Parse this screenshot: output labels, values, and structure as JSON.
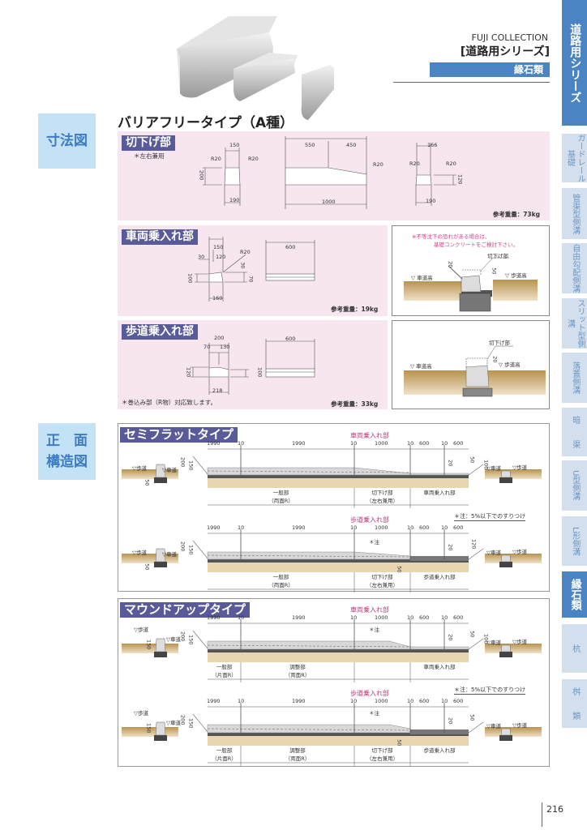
{
  "header": {
    "brand": "FUJI COLLECTION",
    "series": "[道路用シリーズ]",
    "category": "縁石類"
  },
  "page_title": "バリアフリータイプ（A種）",
  "side_labels": {
    "dimensions": "寸法図",
    "front": "正　面\n構造図"
  },
  "sidebar": {
    "tabs": [
      {
        "label": "道路用シリーズ",
        "active": true
      },
      {
        "label": "ガードレール基礎",
        "active": false
      },
      {
        "label": "管渠型側溝",
        "active": false
      },
      {
        "label": "自由勾配側溝",
        "active": false
      },
      {
        "label": "スリット型側溝",
        "active": false
      },
      {
        "label": "落蓋側溝",
        "active": false
      },
      {
        "label": "暗　　渠",
        "active": false
      },
      {
        "label": "U型側溝",
        "active": false
      },
      {
        "label": "L形側溝",
        "active": false
      },
      {
        "label": "縁石類",
        "active": true
      },
      {
        "label": "杭",
        "active": false
      },
      {
        "label": "桝　　類",
        "active": false
      }
    ]
  },
  "cut": {
    "tag": "切下げ部",
    "note": "＊左右兼用",
    "weight": "参考重量：73kg",
    "labels": [
      "150",
      "R20",
      "R20",
      "200",
      "190",
      "550",
      "450",
      "R20",
      "1000",
      "166",
      "R20",
      "R20",
      "120",
      "190"
    ]
  },
  "vehicle": {
    "tag": "車両乗入れ部",
    "weight": "参考重量：19kg",
    "labels": [
      "150",
      "30",
      "120",
      "R20",
      "30",
      "70",
      "100",
      "160",
      "600"
    ]
  },
  "pedestrian": {
    "tag": "歩道乗入れ部",
    "weight": "参考重量：33kg",
    "footnote": "＊巻込み部（R物）対応致します。",
    "labels": [
      "200",
      "70",
      "130",
      "120",
      "100",
      "218",
      "600"
    ]
  },
  "inset1": {
    "warning1": "※不等沈下の恐れがある場合は、",
    "warning2": "基礎コンクリートをご検討下さい。",
    "part": "切下げ部",
    "road": "▽ 車道高",
    "sidewalk": "▽ 歩道高",
    "h1": "20",
    "h2": "50"
  },
  "inset2": {
    "part": "切下げ部",
    "road": "▽ 車道高",
    "sidewalk": "▽ 歩道高",
    "h1": "20"
  },
  "semi_flat": {
    "tag": "セミフラットタイプ"
  },
  "mound_up": {
    "tag": "マウンドアップタイプ"
  },
  "profiles": [
    {
      "title": "車両乗入れ部",
      "note": "",
      "dims": [
        "1990",
        "10",
        "1990",
        "10",
        "1000",
        "10",
        "600",
        "10",
        "600"
      ],
      "segments": [
        {
          "label": "一般部",
          "sub": "（両面R）"
        },
        {
          "label": "切下げ部",
          "sub": "（左右兼用）"
        },
        {
          "label": "車両乗入れ部",
          "sub": ""
        }
      ],
      "left": {
        "sidewalk": "▽歩道",
        "road": "▽車道",
        "dims": [
          "200",
          "150",
          "50"
        ]
      },
      "mid": [],
      "star": "",
      "right": {
        "sidewalk": "▽歩道",
        "road": "▽車道",
        "dims": [
          "20",
          "50",
          "100"
        ]
      }
    },
    {
      "title": "歩道乗入れ部",
      "note": "＊注：5%以下でのすりつけ",
      "dims": [
        "1990",
        "10",
        "1990",
        "10",
        "1000",
        "10",
        "600",
        "10",
        "600"
      ],
      "segments": [
        {
          "label": "一般部",
          "sub": "（両面R）"
        },
        {
          "label": "切下げ部",
          "sub": "（左右兼用）"
        },
        {
          "label": "歩道乗入れ部",
          "sub": ""
        }
      ],
      "left": {
        "sidewalk": "▽歩道",
        "road": "▽車道",
        "dims": [
          "200",
          "150",
          "50"
        ]
      },
      "mid": [
        "50"
      ],
      "star": "＊注",
      "right": {
        "sidewalk": "▽歩道",
        "road": "▽車道",
        "dims": [
          "20",
          "120"
        ]
      }
    },
    {
      "title": "車両乗入れ部",
      "note": "",
      "dims": [
        "1990",
        "10",
        "1990",
        "10",
        "1000",
        "10",
        "600",
        "10",
        "600"
      ],
      "segments": [
        {
          "label": "一般部",
          "sub": "（片面R）"
        },
        {
          "label": "調整部",
          "sub": "（両面R）"
        },
        {
          "label": "",
          "sub": ""
        },
        {
          "label": "車両乗入れ部",
          "sub": ""
        }
      ],
      "left": {
        "sidewalk": "▽歩道",
        "road": "▽車道",
        "dims": [
          "200",
          "150",
          "150"
        ]
      },
      "mid": [],
      "star": "＊注",
      "right": {
        "sidewalk": "▽歩道",
        "road": "▽車道",
        "dims": [
          "20",
          "50",
          "100"
        ]
      }
    },
    {
      "title": "歩道乗入れ部",
      "note": "＊注：5%以下でのすりつけ",
      "dims": [
        "1990",
        "10",
        "1990",
        "10",
        "1000",
        "10",
        "600",
        "10",
        "600"
      ],
      "segments": [
        {
          "label": "一般部",
          "sub": "（片面R）"
        },
        {
          "label": "調整部",
          "sub": "（両面R）"
        },
        {
          "label": "切下げ部",
          "sub": "（左右兼用）"
        },
        {
          "label": "歩道乗入れ部",
          "sub": ""
        }
      ],
      "left": {
        "sidewalk": "▽歩道",
        "road": "▽車道",
        "dims": [
          "200",
          "150",
          "150"
        ]
      },
      "mid": [
        "50"
      ],
      "star": "＊注",
      "right": {
        "sidewalk": "▽歩道",
        "road": "▽車道",
        "dims": [
          "20",
          "50"
        ]
      }
    }
  ],
  "page_number": "216",
  "colors": {
    "accent": "#4b84c2",
    "tag": "#595a98",
    "pink": "#f7e6ef",
    "title_pink": "#c0357f"
  }
}
